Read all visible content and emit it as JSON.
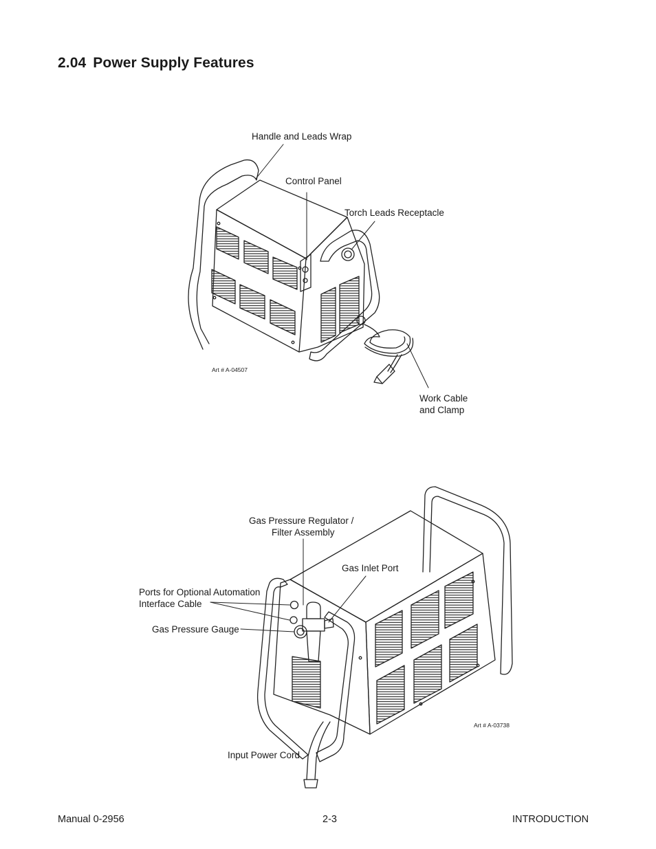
{
  "section": {
    "number": "2.04",
    "title": "Power Supply Features"
  },
  "figure1": {
    "art_number": "Art # A-04507",
    "labels": {
      "handle": "Handle and Leads Wrap",
      "control_panel": "Control Panel",
      "torch_receptacle": "Torch Leads Receptacle",
      "work_cable_line1": "Work Cable",
      "work_cable_line2": "and Clamp"
    }
  },
  "figure2": {
    "art_number": "Art # A-03738",
    "labels": {
      "regulator_line1": "Gas Pressure Regulator /",
      "regulator_line2": "Filter Assembly",
      "gas_inlet": "Gas Inlet Port",
      "ports_line1": "Ports for Optional Automation",
      "ports_line2": "Interface Cable",
      "gauge": "Gas Pressure Gauge",
      "power_cord": "Input Power Cord"
    }
  },
  "footer": {
    "manual": "Manual 0-2956",
    "page": "2-3",
    "chapter": "INTRODUCTION"
  }
}
